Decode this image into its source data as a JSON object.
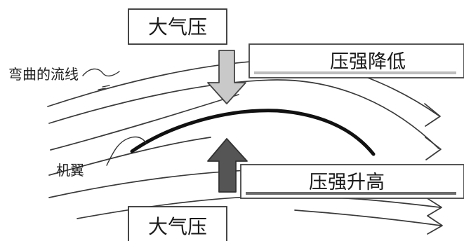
{
  "labels": {
    "atmospheric_pressure_top": "大气压",
    "atmospheric_pressure_bottom": "大气压",
    "pressure_decrease": "压强降低",
    "pressure_increase": "压强升高",
    "curved_streamline": "弯曲的流线",
    "wing": "机翼"
  },
  "colors": {
    "down_arrow_fill": "#c9c9c9",
    "up_arrow_fill": "#555555",
    "wing_stroke": "#111111",
    "low_pressure_underline": "#bdbdbd",
    "high_pressure_underline": "#6b6b6b"
  }
}
